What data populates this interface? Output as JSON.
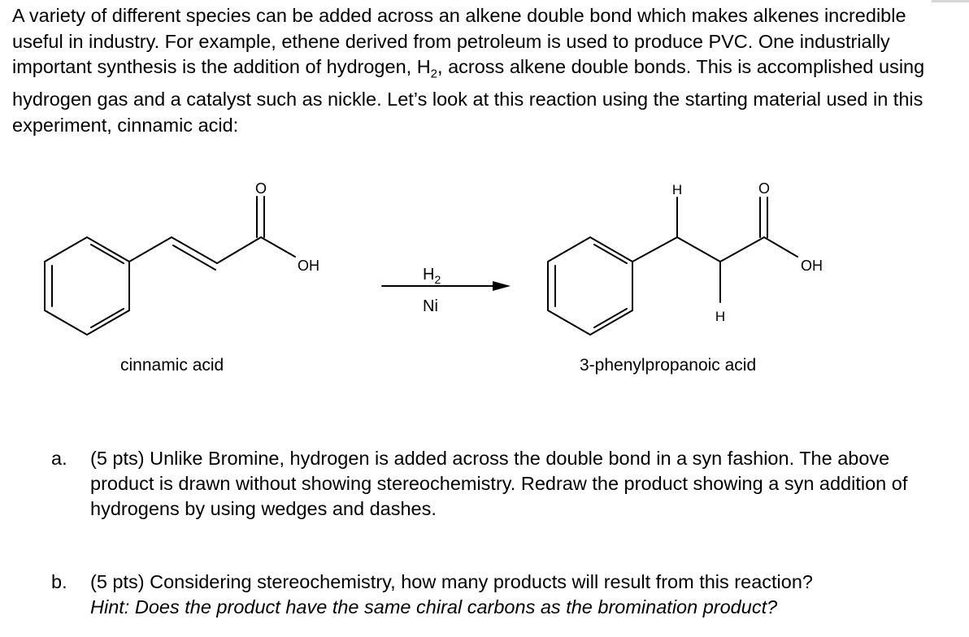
{
  "intro": {
    "part1": "A variety of different species can be added across an alkene double bond which makes alkenes incredible useful in industry. For example, ethene derived from petroleum is used to produce PVC. One industrially important synthesis is the addition of hydrogen, H",
    "sub1": "2",
    "part2": ", across alkene double bonds. This is accomplished using hydrogen gas and a catalyst such as nickle. Let’s look at this reaction using the starting material used in this experiment, cinnamic acid:"
  },
  "scheme": {
    "reactant": {
      "name": "cinnamic acid",
      "o_label": "O",
      "oh_label": "OH"
    },
    "reagent": {
      "top": "H",
      "top_sub": "2",
      "bottom": "Ni"
    },
    "product": {
      "name": "3-phenylpropanoic acid",
      "o_label": "O",
      "oh_label": "OH",
      "h_top": "H",
      "h_bottom": "H"
    }
  },
  "questions": [
    {
      "marker": "a.",
      "text": "(5 pts) Unlike Bromine, hydrogen is added across the double bond in a syn fashion. The above product is drawn without showing stereochemistry. Redraw the product showing a syn addition of hydrogens by using wedges and dashes."
    },
    {
      "marker": "b.",
      "text": "(5 pts) Considering stereochemistry, how many products will result from this reaction?",
      "hint": "Hint: Does the product have the same chiral carbons as the bromination product?"
    }
  ]
}
